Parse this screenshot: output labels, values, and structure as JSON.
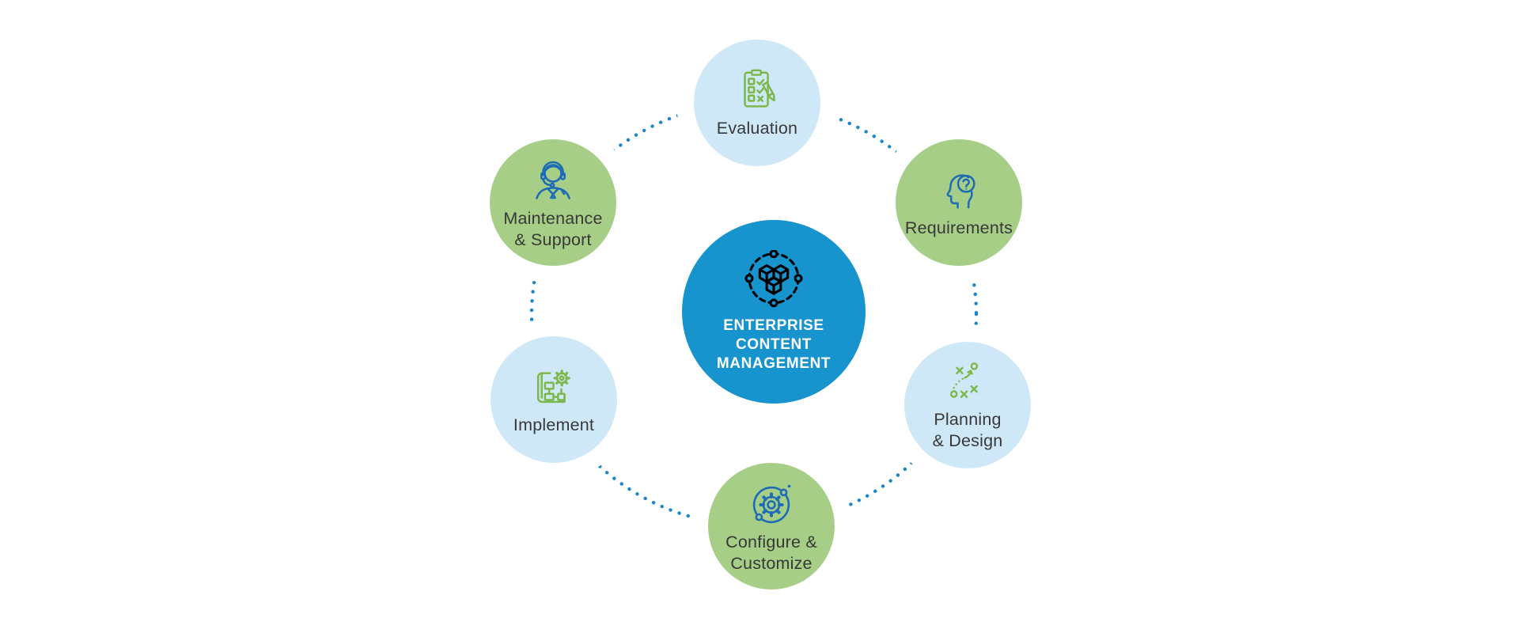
{
  "diagram": {
    "title": "Enterprise Content Management lifecycle",
    "center": {
      "label": "ENTERPRISE\nCONTENT\nMANAGEMENT",
      "icon": "cube-network-icon",
      "color": "#1793ce",
      "text_color": "#ffffff"
    },
    "nodes": [
      {
        "id": "evaluation",
        "label": "Evaluation",
        "icon": "clipboard-checklist-icon",
        "color": "#cfe8f7",
        "icon_color": "#7db84c"
      },
      {
        "id": "requirements",
        "label": "Requirements",
        "icon": "head-question-icon",
        "color": "#a6ce86",
        "icon_color": "#1d6cb5"
      },
      {
        "id": "planning-design",
        "label": "Planning\n& Design",
        "icon": "strategy-arrows-icon",
        "color": "#cfe8f7",
        "icon_color": "#7db84c"
      },
      {
        "id": "configure-customize",
        "label": "Configure &\nCustomize",
        "icon": "gear-orbit-icon",
        "color": "#a6ce86",
        "icon_color": "#1d6cb5"
      },
      {
        "id": "implement",
        "label": "Implement",
        "icon": "blueprint-gear-icon",
        "color": "#cfe8f7",
        "icon_color": "#7db84c"
      },
      {
        "id": "maintenance-support",
        "label": "Maintenance\n& Support",
        "icon": "support-agent-icon",
        "color": "#a6ce86",
        "icon_color": "#1d6cb5"
      }
    ],
    "connector": {
      "style": "dotted",
      "color": "#1b86c8"
    },
    "label_color": "#383838"
  }
}
